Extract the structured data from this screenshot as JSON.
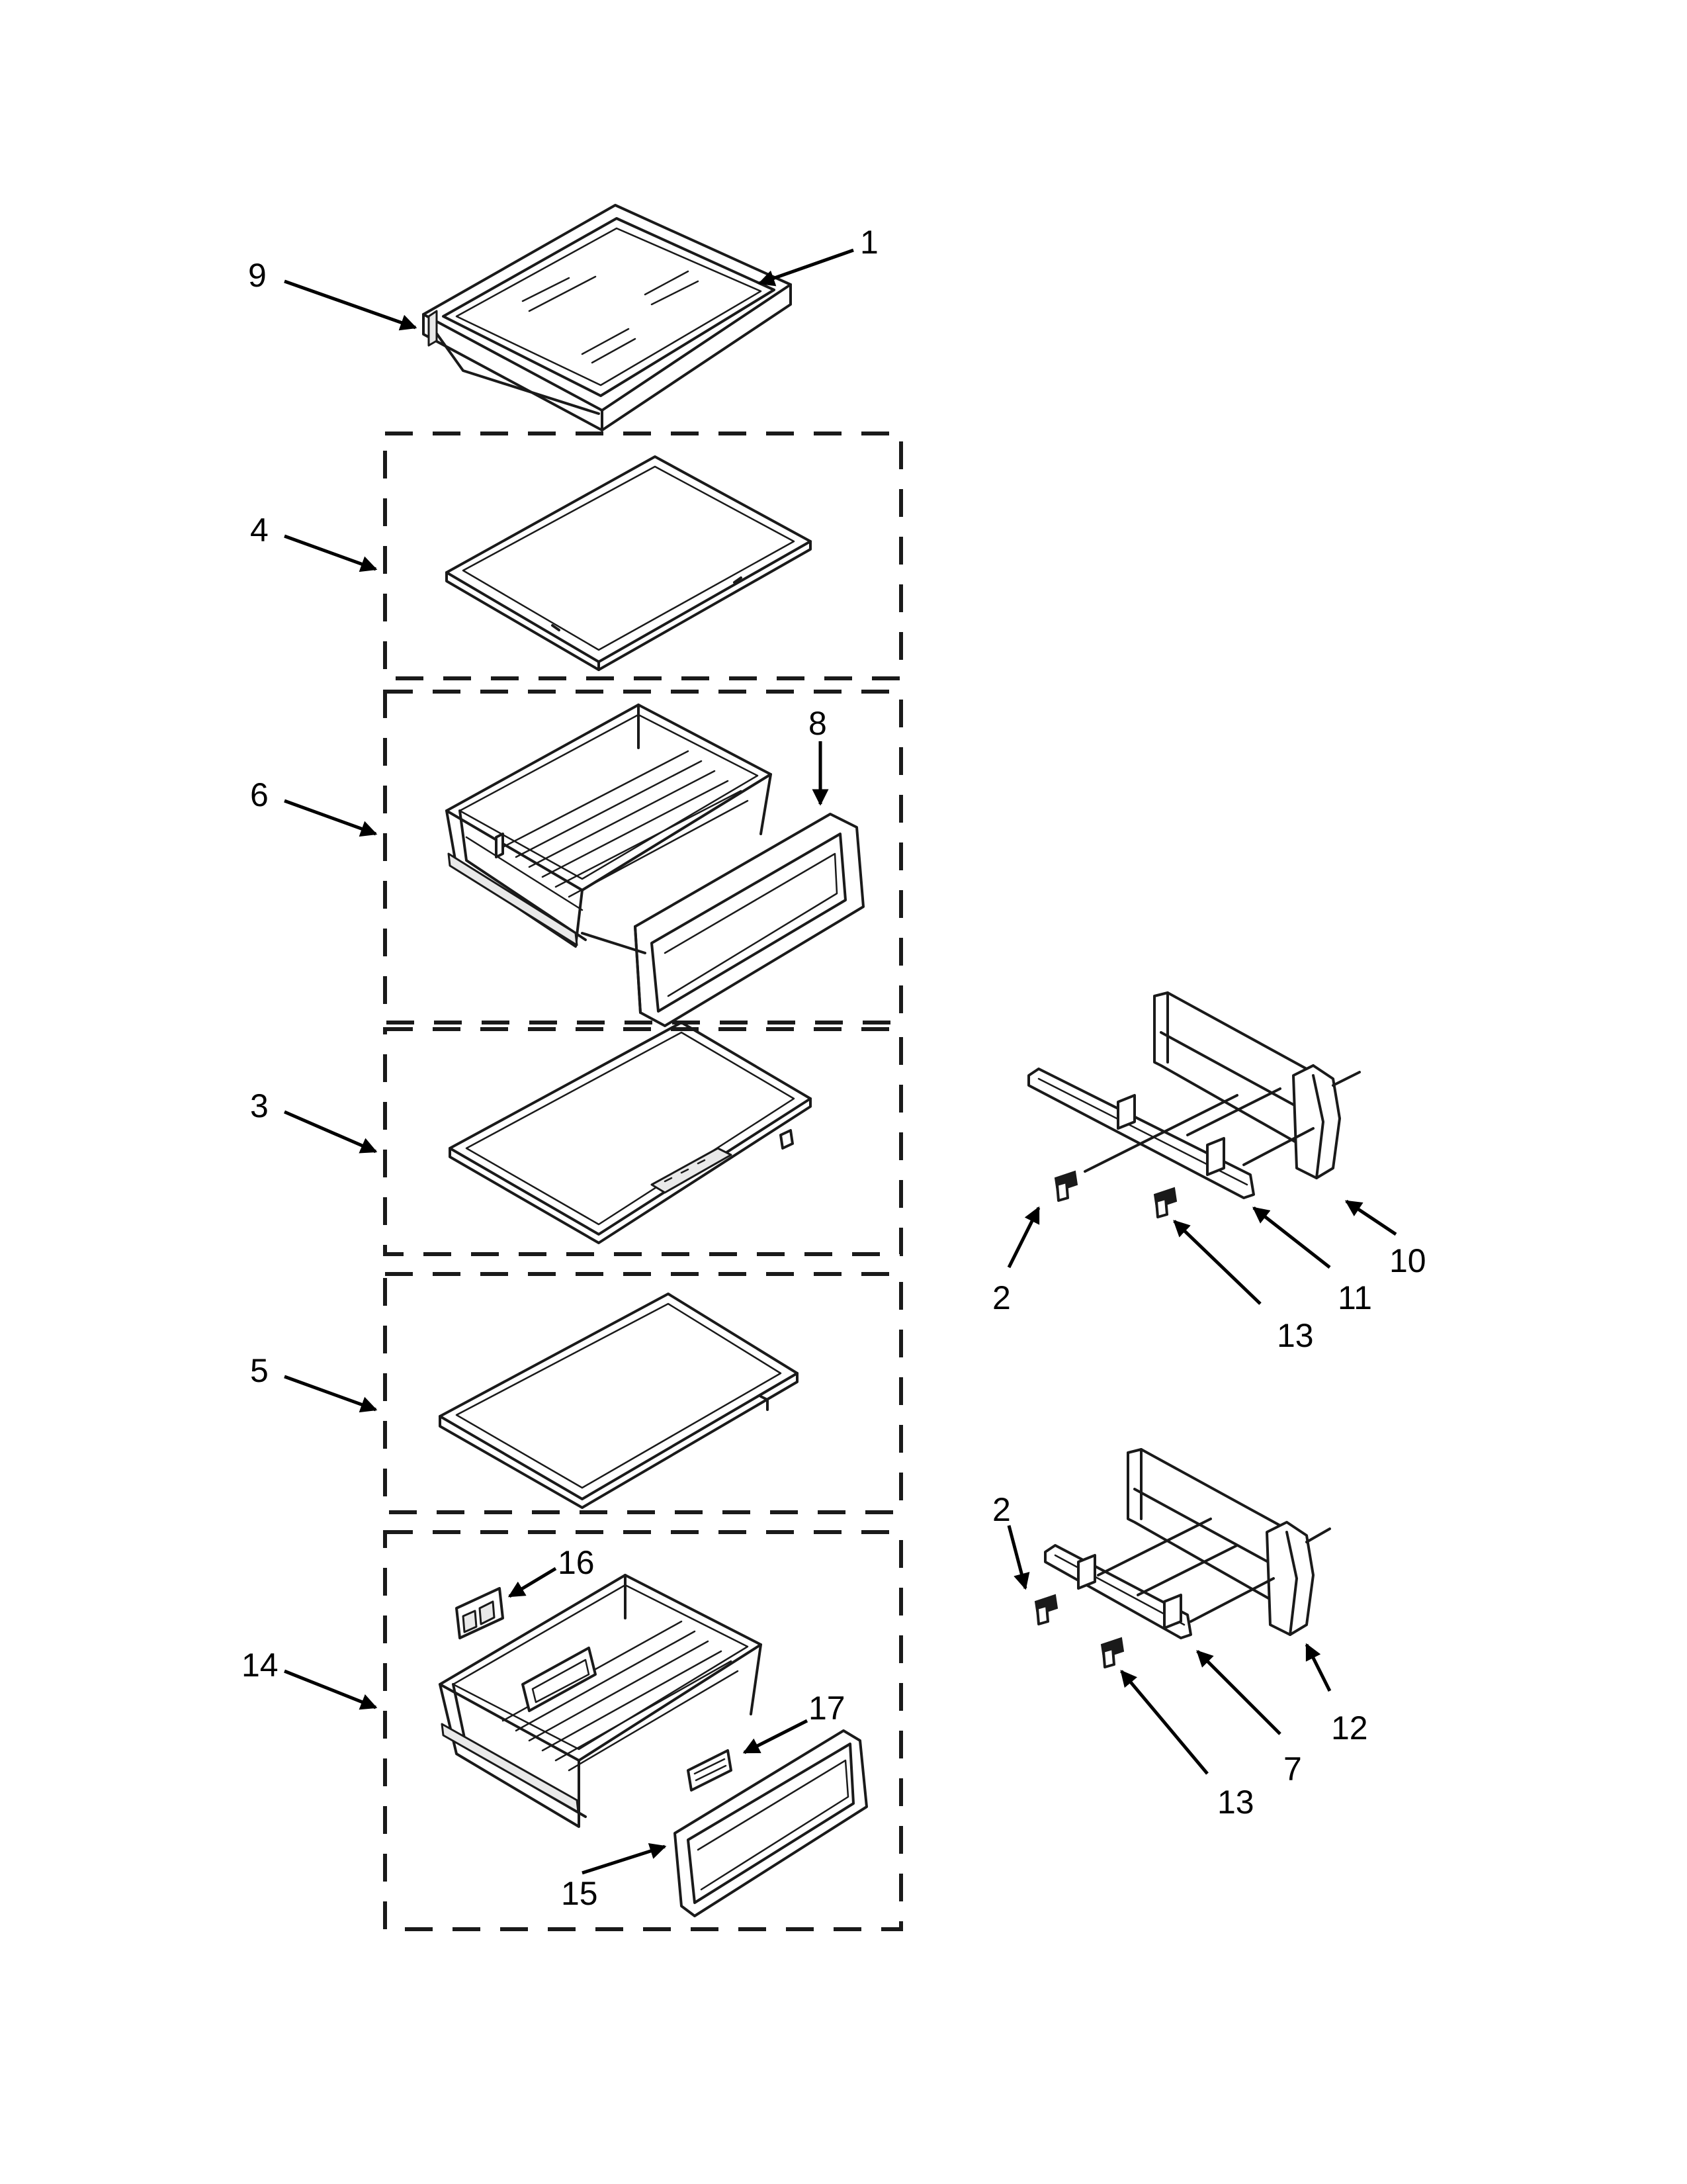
{
  "callouts": {
    "c1": "1",
    "c9": "9",
    "c4": "4",
    "c6": "6",
    "c8": "8",
    "c3": "3",
    "c5": "5",
    "c14": "14",
    "c16": "16",
    "c17": "17",
    "c15": "15",
    "c10": "10",
    "c11": "11",
    "c2a": "2",
    "c13a": "13",
    "c2b": "2",
    "c12": "12",
    "c7": "7",
    "c13b": "13"
  }
}
